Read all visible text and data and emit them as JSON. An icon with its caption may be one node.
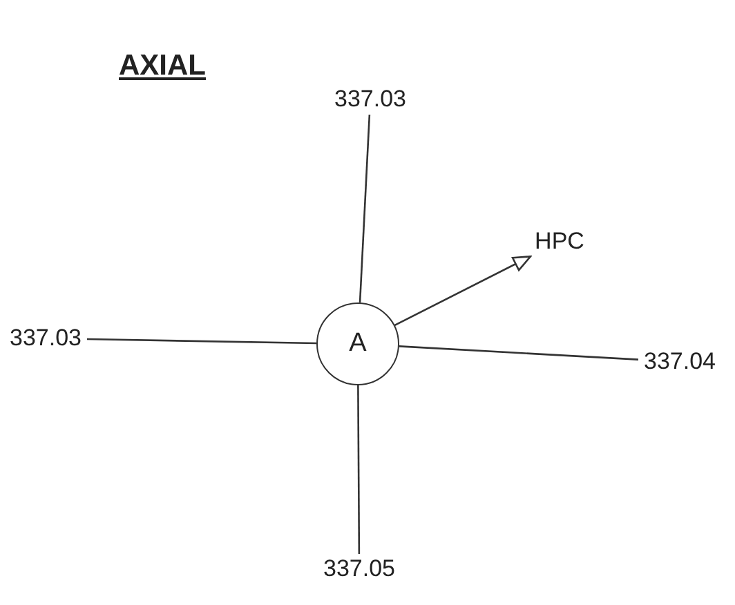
{
  "diagram": {
    "title": "AXIAL",
    "nodes": [
      {
        "text": [
          "A"
        ]
      },
      {
        "text": [
          "337.03"
        ]
      },
      {
        "text": [
          "337.03"
        ]
      },
      {
        "text": [
          "337.04"
        ]
      },
      {
        "text": [
          "337.05"
        ]
      },
      {
        "text": [
          "HPC"
        ]
      }
    ],
    "edges": [
      {
        "from": 0,
        "to": 1,
        "arrow": "none"
      },
      {
        "from": 0,
        "to": 2,
        "arrow": "none"
      },
      {
        "from": 0,
        "to": 3,
        "arrow": "none"
      },
      {
        "from": 0,
        "to": 4,
        "arrow": "none"
      },
      {
        "from": 0,
        "to": 5,
        "arrow": "to"
      }
    ]
  }
}
